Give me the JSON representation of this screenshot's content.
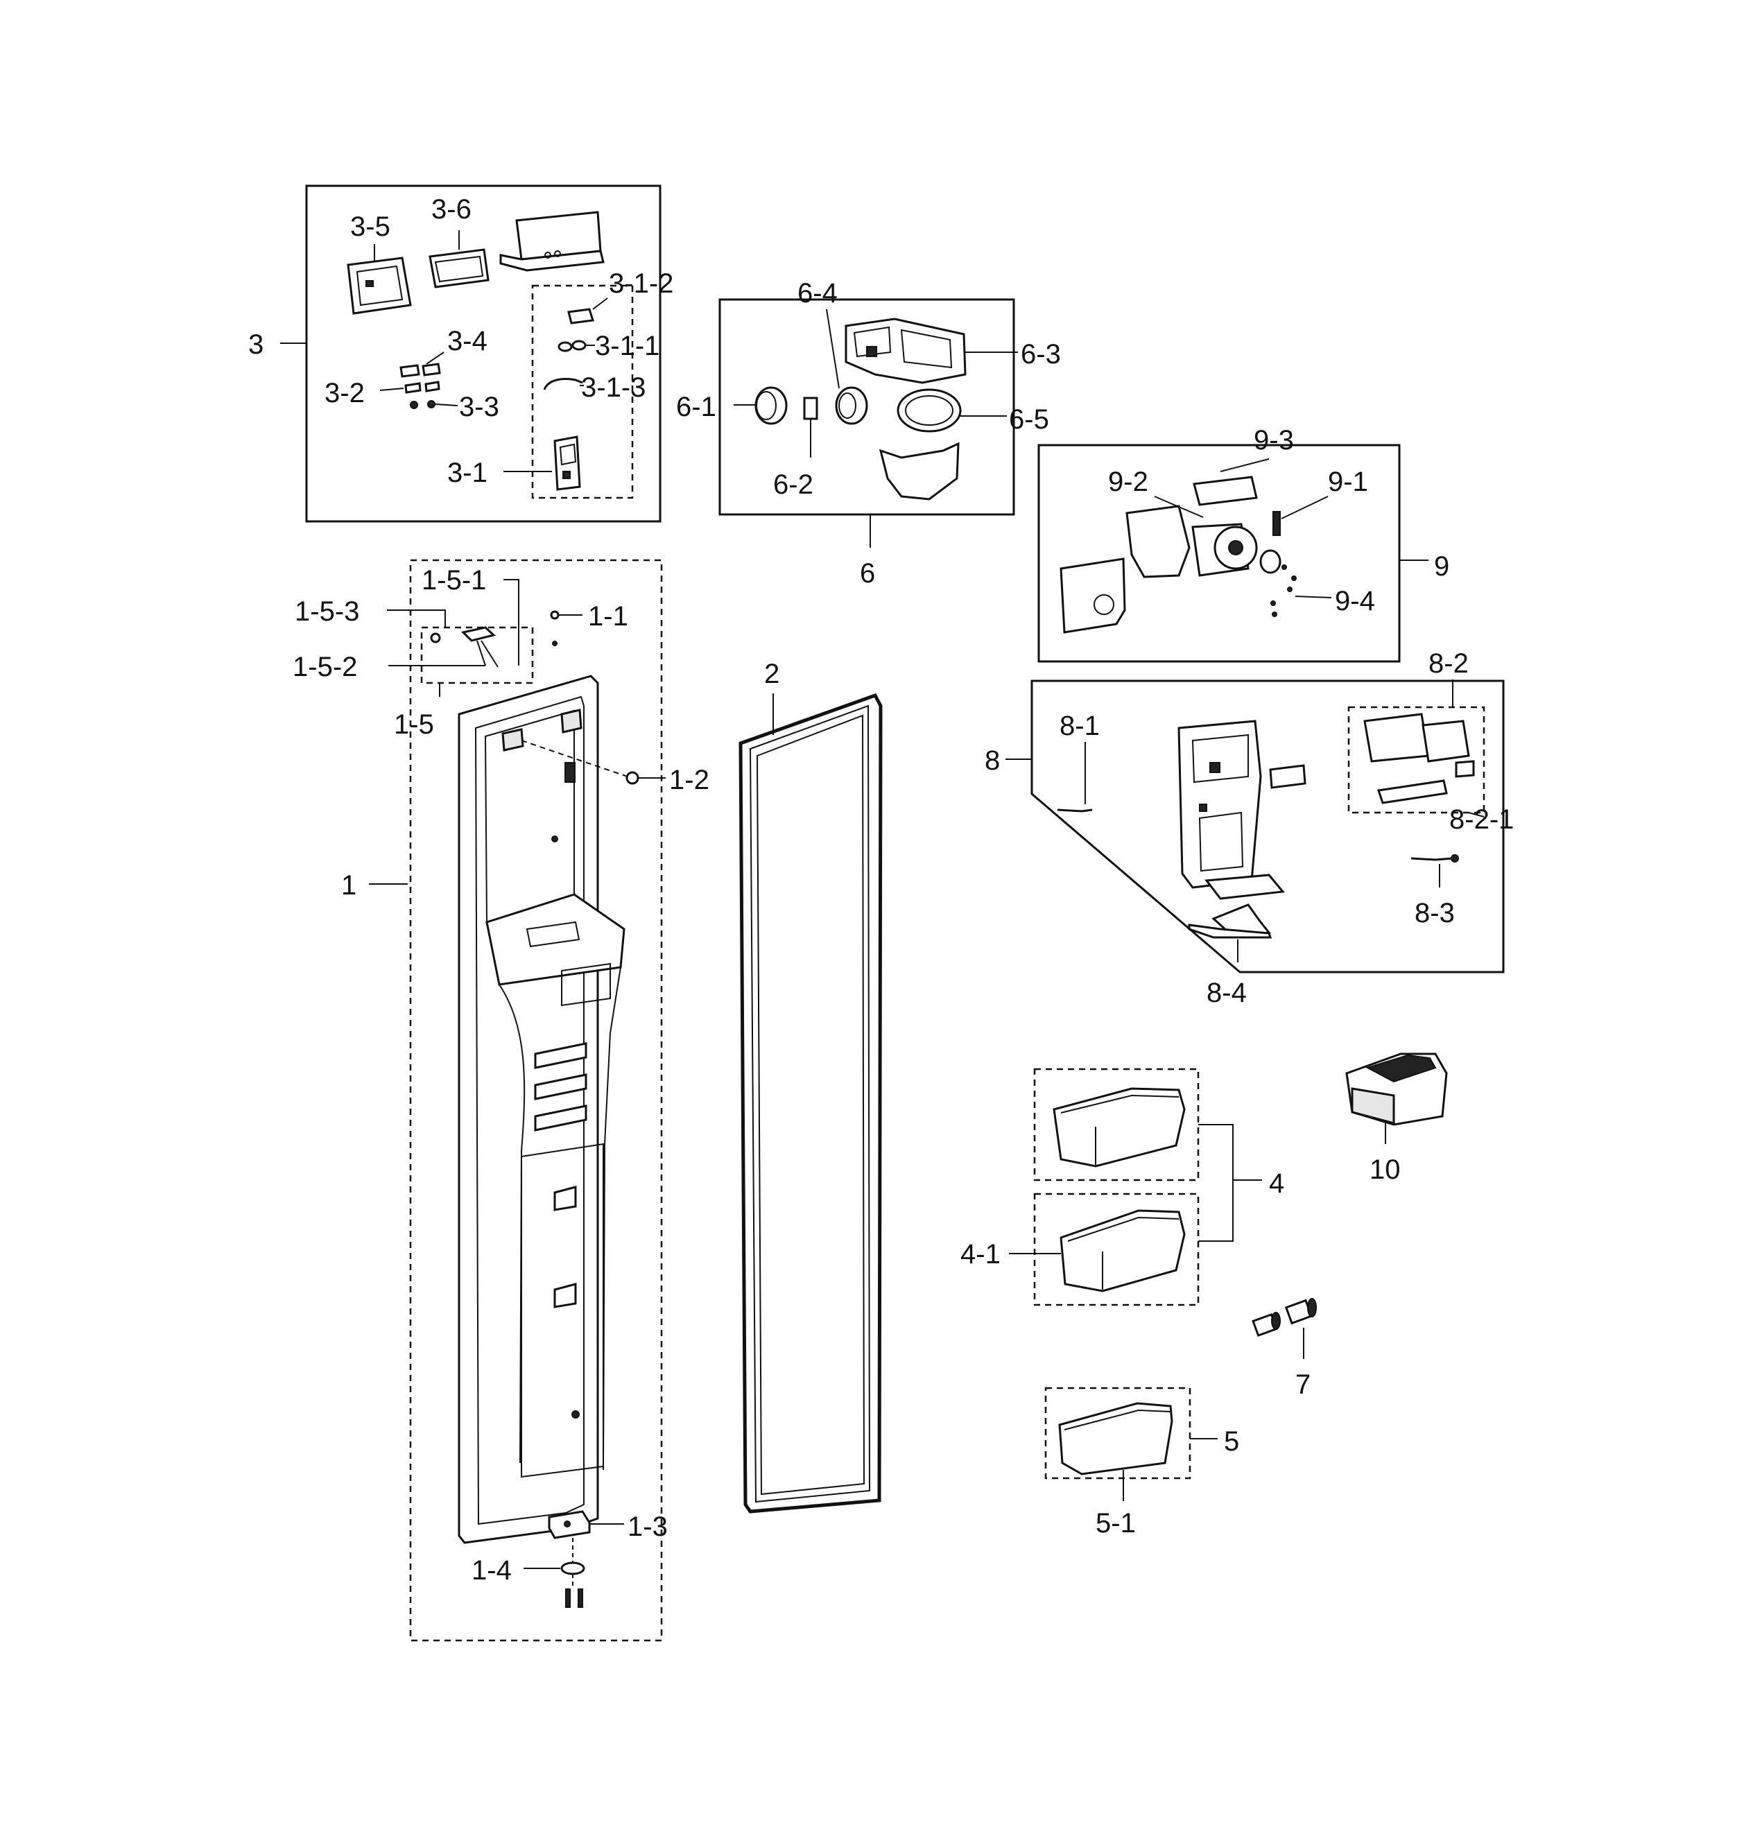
{
  "labels": {
    "p1": "1",
    "p1_1": "1-1",
    "p1_2": "1-2",
    "p1_3": "1-3",
    "p1_4": "1-4",
    "p1_5": "1-5",
    "p1_5_1": "1-5-1",
    "p1_5_2": "1-5-2",
    "p1_5_3": "1-5-3",
    "p2": "2",
    "p3": "3",
    "p3_1": "3-1",
    "p3_1_1": "3-1-1",
    "p3_1_2": "3-1-2",
    "p3_1_3": "3-1-3",
    "p3_2": "3-2",
    "p3_3": "3-3",
    "p3_4": "3-4",
    "p3_5": "3-5",
    "p3_6": "3-6",
    "p4": "4",
    "p4_1": "4-1",
    "p5": "5",
    "p5_1": "5-1",
    "p6": "6",
    "p6_1": "6-1",
    "p6_2": "6-2",
    "p6_3": "6-3",
    "p6_4": "6-4",
    "p6_5": "6-5",
    "p7": "7",
    "p8": "8",
    "p8_1": "8-1",
    "p8_2": "8-2",
    "p8_2_1": "8-2-1",
    "p8_3": "8-3",
    "p8_4": "8-4",
    "p9": "9",
    "p9_1": "9-1",
    "p9_2": "9-2",
    "p9_3": "9-3",
    "p9_4": "9-4",
    "p10": "10"
  }
}
